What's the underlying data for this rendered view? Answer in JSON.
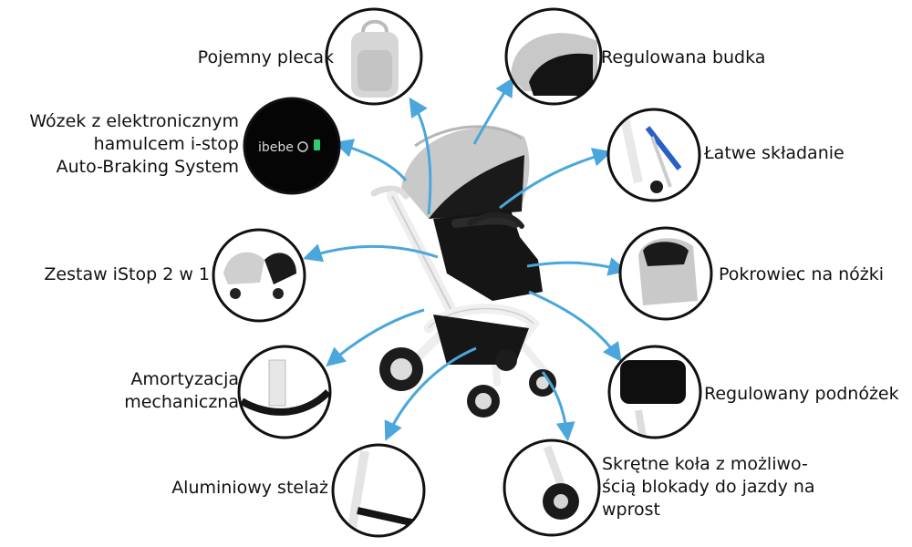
{
  "accent_arrow_color": "#4aa6dc",
  "features": {
    "backpack": {
      "label": "Pojemny plecak",
      "icon": "backpack-photo"
    },
    "canopy": {
      "label": "Regulowana budka",
      "icon": "canopy-photo"
    },
    "brake": {
      "lines": [
        "Wózek z elektronicznym",
        "hamulcem i-stop",
        "Auto-Braking System"
      ],
      "display_text": "ibebe",
      "icon": "brake-display-photo"
    },
    "folding": {
      "label": "Łatwe składanie",
      "icon": "folding-photo"
    },
    "set": {
      "label": "Zestaw iStop 2 w 1",
      "icon": "stroller-set-photo"
    },
    "footmuff": {
      "label": "Pokrowiec na nóżki",
      "icon": "footmuff-photo"
    },
    "suspension": {
      "lines": [
        "Amortyzacja",
        "mechaniczna"
      ],
      "icon": "suspension-photo"
    },
    "footrest": {
      "label": "Regulowany podnóżek",
      "icon": "footrest-photo"
    },
    "frame": {
      "label": "Aluminiowy stelaż",
      "icon": "frame-photo"
    },
    "wheels": {
      "lines": [
        "Skrętne koła z możliwo-",
        "ścią blokady do jazdy na",
        "wprost"
      ],
      "icon": "swivel-wheel-photo"
    }
  }
}
